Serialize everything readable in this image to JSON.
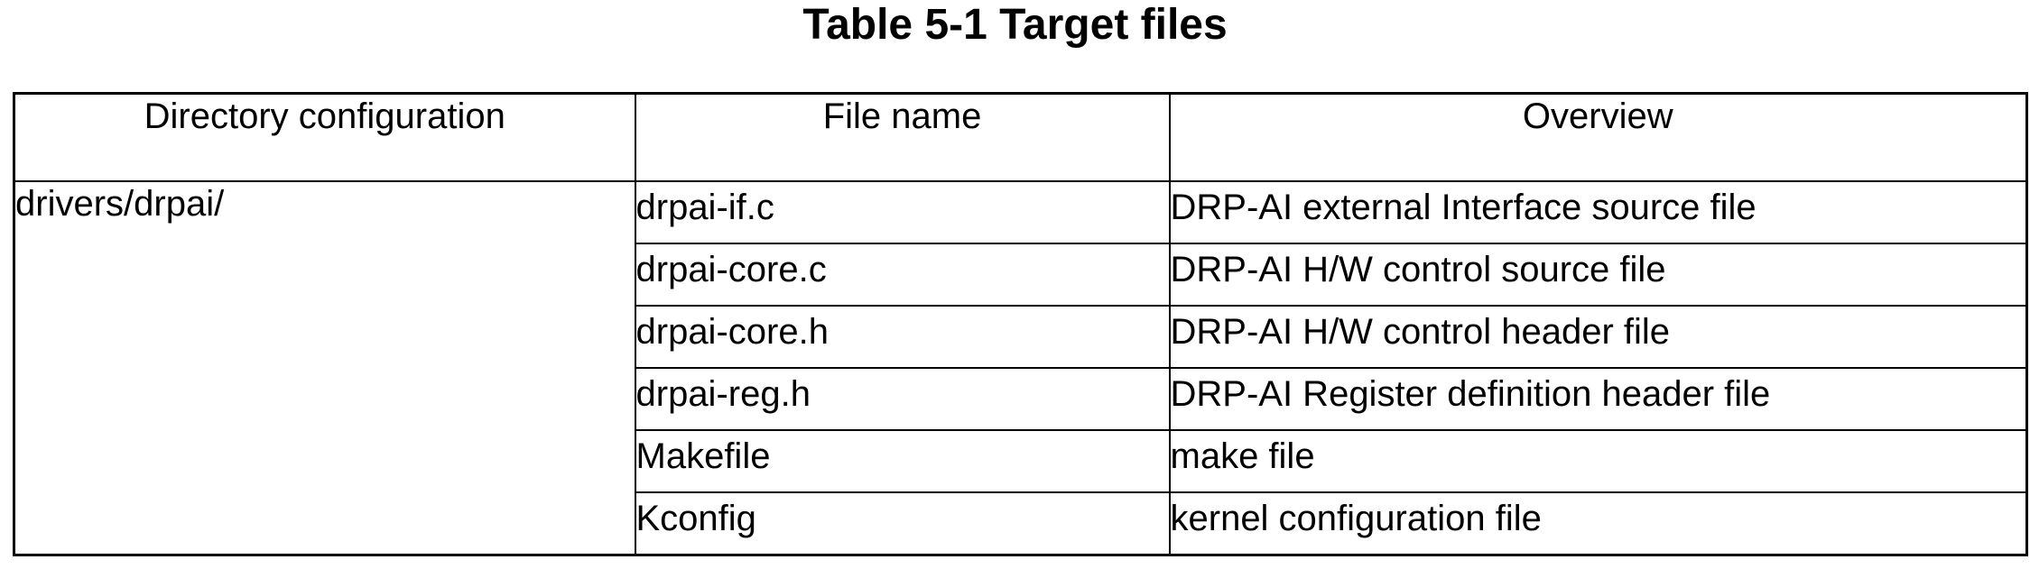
{
  "caption": "Table 5-1 Target files",
  "headers": {
    "directory": "Directory configuration",
    "file": "File name",
    "overview": "Overview"
  },
  "directory": "drivers/drpai/",
  "rows": [
    {
      "file": "drpai-if.c",
      "overview": "DRP-AI external Interface source file"
    },
    {
      "file": "drpai-core.c",
      "overview": "DRP-AI H/W control source file"
    },
    {
      "file": "drpai-core.h",
      "overview": "DRP-AI H/W control header file"
    },
    {
      "file": "drpai-reg.h",
      "overview": "DRP-AI Register definition header file"
    },
    {
      "file": "Makefile",
      "overview": "make file"
    },
    {
      "file": "Kconfig",
      "overview": "kernel configuration file"
    }
  ]
}
